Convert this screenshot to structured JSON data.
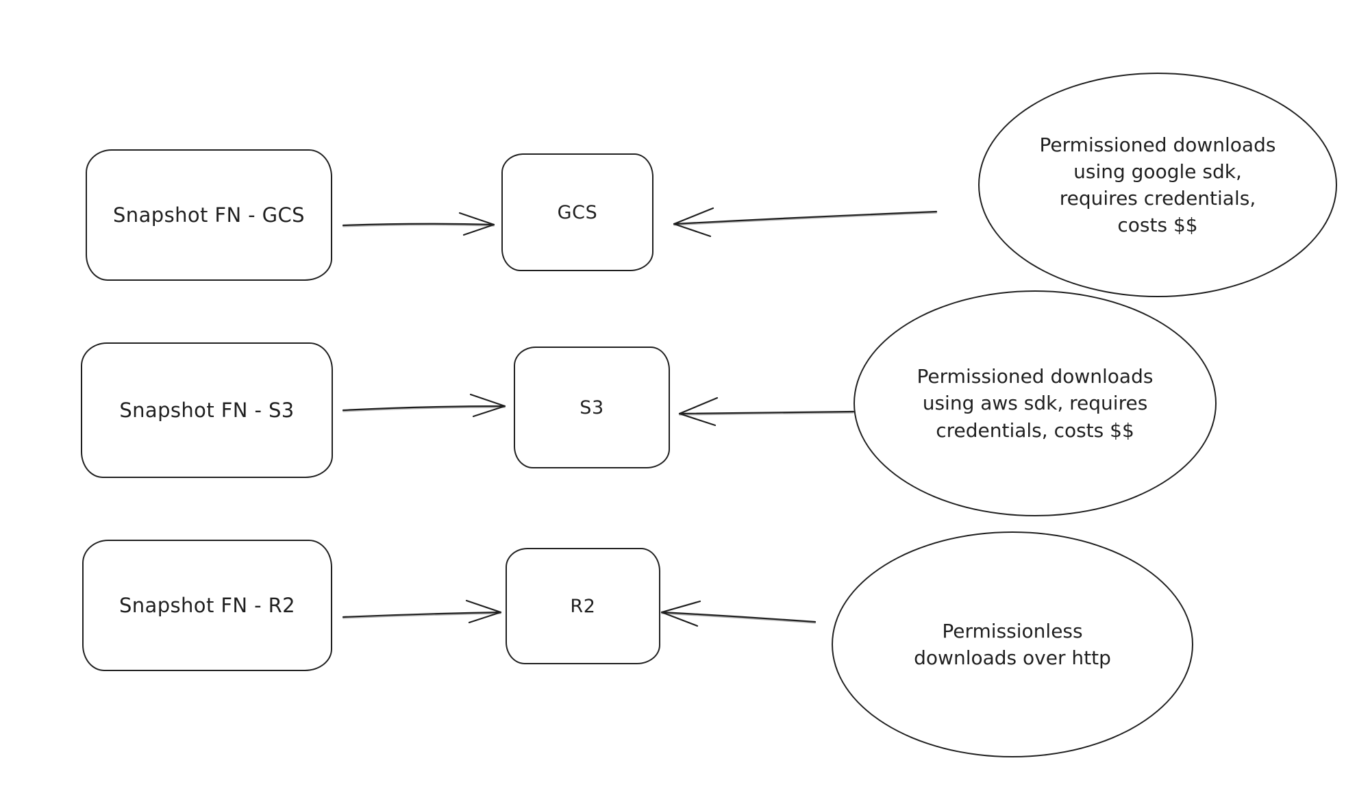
{
  "canvas": {
    "background": "#ffffff",
    "stroke_color": "#1f1f1f"
  },
  "rows": [
    {
      "id": "gcs",
      "source_label": "Snapshot FN - GCS",
      "target_label": "GCS",
      "note_lines": [
        "Permissioned downloads",
        "using google sdk,",
        "requires credentials,",
        "costs $$"
      ]
    },
    {
      "id": "s3",
      "source_label": "Snapshot FN - S3",
      "target_label": "S3",
      "note_lines": [
        "Permissioned downloads",
        "using aws sdk, requires",
        "credentials, costs $$"
      ]
    },
    {
      "id": "r2",
      "source_label": "Snapshot FN - R2",
      "target_label": "R2",
      "note_lines": [
        "Permissionless",
        "downloads over http"
      ]
    }
  ]
}
